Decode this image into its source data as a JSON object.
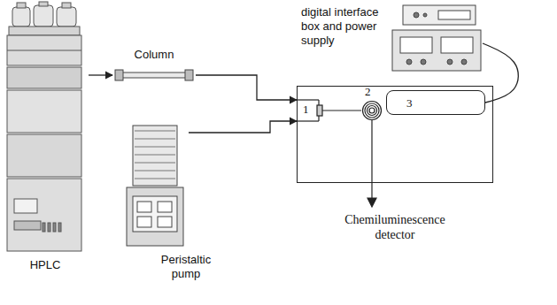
{
  "diagram": {
    "nodes": [
      {
        "text": [
          "HPLC"
        ]
      },
      {
        "text": [
          "Column"
        ]
      },
      {
        "text": [
          "Peristaltic pump"
        ]
      },
      {
        "text": [
          "digital interface box and power supply"
        ]
      },
      {
        "text": [
          "Chemiluminescence detector"
        ]
      },
      {
        "text": [
          "3"
        ],
        "in": 4
      }
    ],
    "edges": [
      {
        "from": 0,
        "to": 1,
        "arrow": "to"
      },
      {
        "from": 1,
        "to": 4,
        "arrow": "to"
      },
      {
        "from": 2,
        "to": 4,
        "arrow": "to"
      },
      {
        "from": 3,
        "to": 5,
        "arrow": "none"
      }
    ],
    "labels": [
      "1",
      "2"
    ]
  }
}
